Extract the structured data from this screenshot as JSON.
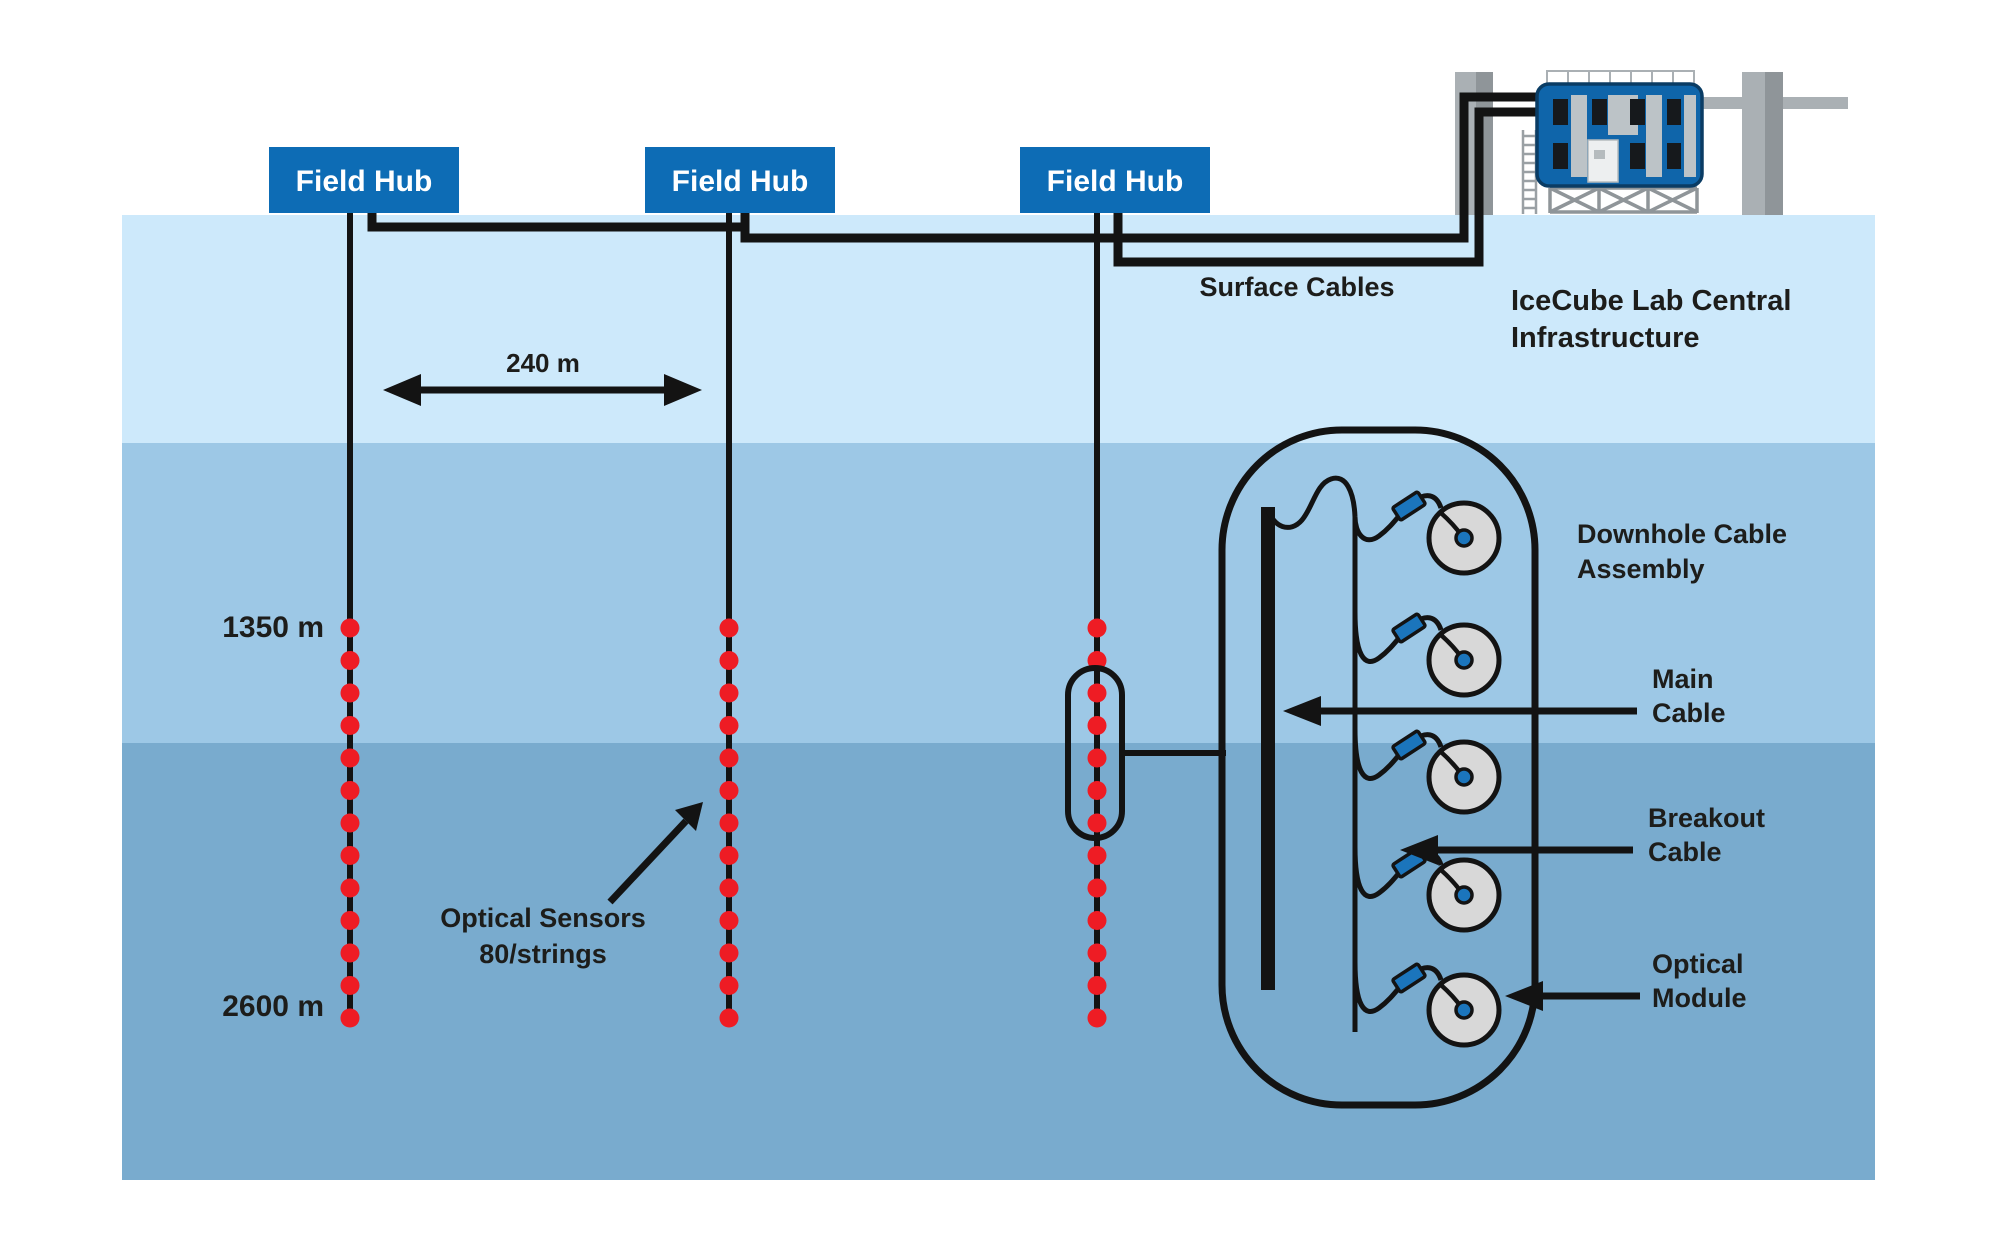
{
  "diagram": {
    "field_hubs": [
      {
        "label": "Field Hub"
      },
      {
        "label": "Field Hub"
      },
      {
        "label": "Field Hub"
      }
    ],
    "surface_cables_label": "Surface Cables",
    "lab": {
      "line1": "IceCube Lab Central",
      "line2": "Infrastructure"
    },
    "string_spacing_label": "240 m",
    "depth_top_label": "1350 m",
    "depth_bottom_label": "2600 m",
    "optical_sensors": {
      "line1": "Optical Sensors",
      "line2": "80/strings"
    },
    "downhole": {
      "line1": "Downhole Cable",
      "line2": "Assembly"
    },
    "main_cable": {
      "line1": "Main",
      "line2": "Cable"
    },
    "breakout_cable": {
      "line1": "Breakout",
      "line2": "Cable"
    },
    "optical_module": {
      "line1": "Optical",
      "line2": "Module"
    },
    "counts": {
      "field_hubs": 3,
      "strings": 3,
      "visible_sensor_dots_per_string": 13,
      "optical_modules_in_detail": 5
    }
  },
  "colors": {
    "hub_blue": "#0d6cb5",
    "building_blue": "#0f65aa",
    "band_firn": "#cde9fb",
    "band_mid": "#9dc8e6",
    "band_deep": "#79abce",
    "sensor_red": "#ee1c24",
    "module_gray": "#d8d8d8",
    "connector_blue": "#1b75bc",
    "cable_black": "#131313"
  }
}
